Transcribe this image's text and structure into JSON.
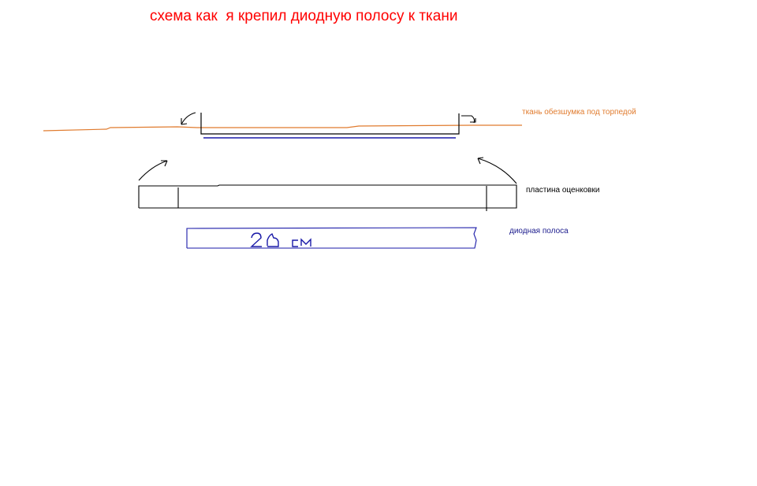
{
  "title": "схема как  я крепил диодную полосу к ткани",
  "labels": {
    "fabric": "ткань обезшумка под торпедой",
    "plate": "пластина оценковки",
    "strip": "диодная полоса"
  },
  "strip_text": "20 см",
  "colors": {
    "title": "#ff0000",
    "fabric": "#e07b2e",
    "plate": "#000000",
    "strip": "#1a1aa8",
    "strip_label": "#1a1a8c"
  }
}
